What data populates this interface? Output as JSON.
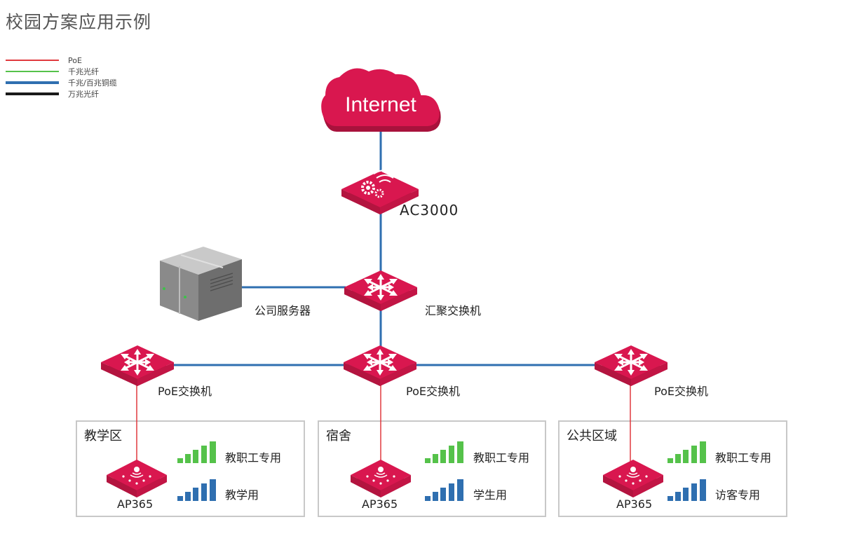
{
  "title": "校园方案应用示例",
  "legend": [
    {
      "label": "PoE",
      "color": "#e0393e"
    },
    {
      "label": "千兆光纤",
      "color": "#55c24a"
    },
    {
      "label": "千兆/百兆铜缆",
      "color": "#2f6fb0"
    },
    {
      "label": "万兆光纤",
      "color": "#1a1a1a"
    }
  ],
  "nodes": {
    "internet": "Internet",
    "ac": "AC3000",
    "core": "汇聚交换机",
    "server": "公司服务器",
    "poe_left": "PoE交换机",
    "poe_mid": "PoE交换机",
    "poe_right": "PoE交换机"
  },
  "zones": [
    {
      "title": "教学区",
      "ap": "AP365",
      "ssid1": "教职工专用",
      "ssid2": "教学用"
    },
    {
      "title": "宿舍",
      "ap": "AP365",
      "ssid1": "教职工专用",
      "ssid2": "学生用"
    },
    {
      "title": "公共区域",
      "ap": "AP365",
      "ssid1": "教职工专用",
      "ssid2": "访客专用"
    }
  ],
  "colors": {
    "device": "#d9174f",
    "device_dark": "#a8123c",
    "copper": "#2f6fb0",
    "poe": "#e0393e",
    "signal_green": "#55c24a",
    "signal_blue": "#2f6fb0"
  }
}
